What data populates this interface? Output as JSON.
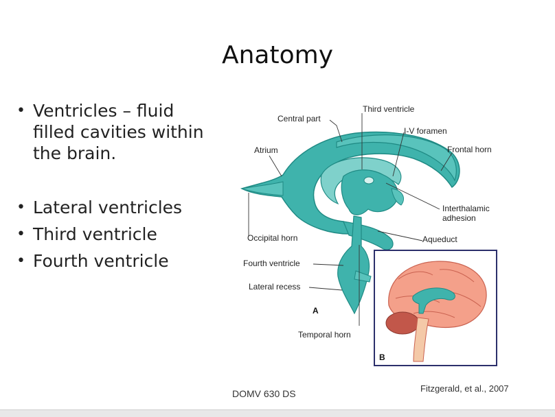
{
  "slide": {
    "title": "Anatomy",
    "bullets": [
      "Ventricles – fluid filled cavities within the brain.",
      "Lateral ventricles",
      "Third ventricle",
      "Fourth ventricle"
    ]
  },
  "figure": {
    "labels": {
      "central_part": "Central part",
      "third_ventricle": "Third ventricle",
      "iv_foramen": "I-V foramen",
      "frontal_horn": "Frontal horn",
      "atrium": "Atrium",
      "interthalamic_adhesion_1": "Interthalamic",
      "interthalamic_adhesion_2": "adhesion",
      "occipital_horn": "Occipital horn",
      "aqueduct": "Aqueduct",
      "fourth_ventricle": "Fourth ventricle",
      "lateral_recess": "Lateral recess",
      "temporal_horn": "Temporal horn",
      "panel_a": "A",
      "panel_b": "B"
    },
    "colors": {
      "ventricle": "#3fb3ac",
      "ventricle_dark": "#1f8a84",
      "brain": "#f4a08a",
      "cerebellum": "#c2574a",
      "inset_border": "#2b2f6b"
    }
  },
  "footer": {
    "left": "DOMV 630 DS",
    "right": "Fitzgerald, et al., 2007"
  }
}
